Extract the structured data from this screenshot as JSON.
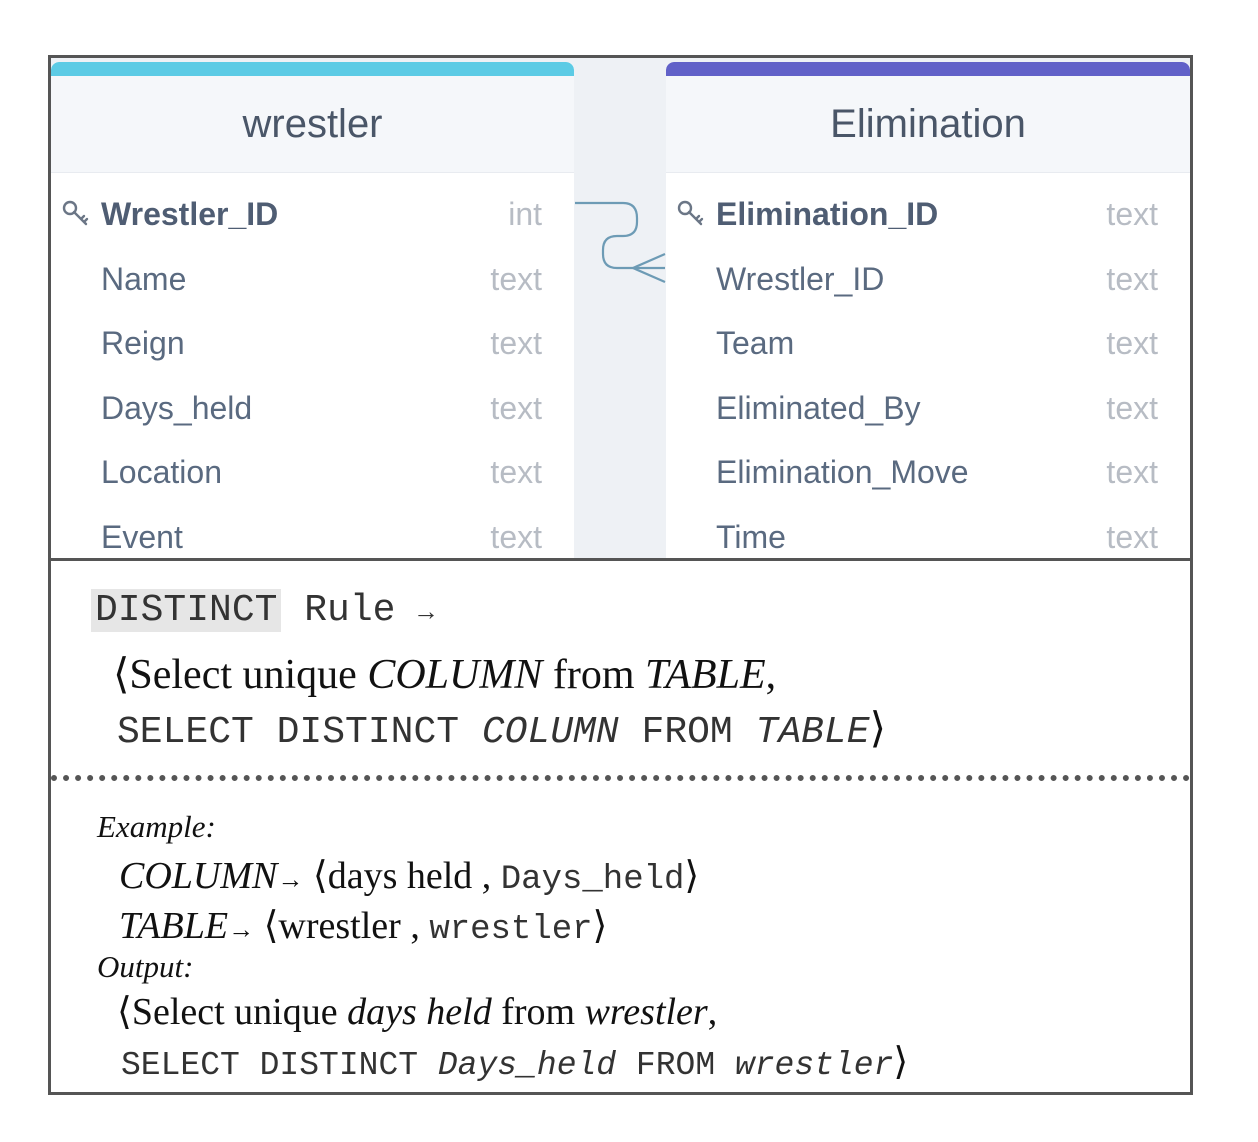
{
  "schema": {
    "wrestler": {
      "title": "wrestler",
      "accent": "#5ccbe5",
      "columns": [
        {
          "name": "Wrestler_ID",
          "type": "int",
          "pk": true
        },
        {
          "name": "Name",
          "type": "text"
        },
        {
          "name": "Reign",
          "type": "text"
        },
        {
          "name": "Days_held",
          "type": "text"
        },
        {
          "name": "Location",
          "type": "text"
        },
        {
          "name": "Event",
          "type": "text"
        }
      ]
    },
    "elimination": {
      "title": "Elimination",
      "accent": "#6161c8",
      "columns": [
        {
          "name": "Elimination_ID",
          "type": "text",
          "pk": true
        },
        {
          "name": "Wrestler_ID",
          "type": "text"
        },
        {
          "name": "Team",
          "type": "text"
        },
        {
          "name": "Eliminated_By",
          "type": "text"
        },
        {
          "name": "Elimination_Move",
          "type": "text"
        },
        {
          "name": "Time",
          "type": "text"
        }
      ]
    }
  },
  "rule": {
    "keyword": "DISTINCT",
    "rule_text": "Rule",
    "arrow": "→",
    "open": "⟨",
    "close": "⟩",
    "nl_part1": "Select unique",
    "nl_column": "COLUMN",
    "nl_part2": "from",
    "nl_table": "TABLE",
    "nl_comma": ",",
    "sql_part1": "SELECT DISTINCT",
    "sql_column": "COLUMN",
    "sql_part2": "FROM",
    "sql_table": "TABLE"
  },
  "example": {
    "heading": "Example:",
    "column_label": "COLUMN",
    "column_nl": "days held",
    "column_sql": "Days_held",
    "table_label": "TABLE",
    "table_nl": "wrestler",
    "table_sql": "wrestler",
    "sep": ","
  },
  "output": {
    "heading": "Output:",
    "nl_part1": "Select unique",
    "nl_column": "days held",
    "nl_part2": "from",
    "nl_table": "wrestler",
    "sql_part1": "SELECT DISTINCT",
    "sql_column": "Days_held",
    "sql_part2": "FROM",
    "sql_table": "wrestler"
  }
}
